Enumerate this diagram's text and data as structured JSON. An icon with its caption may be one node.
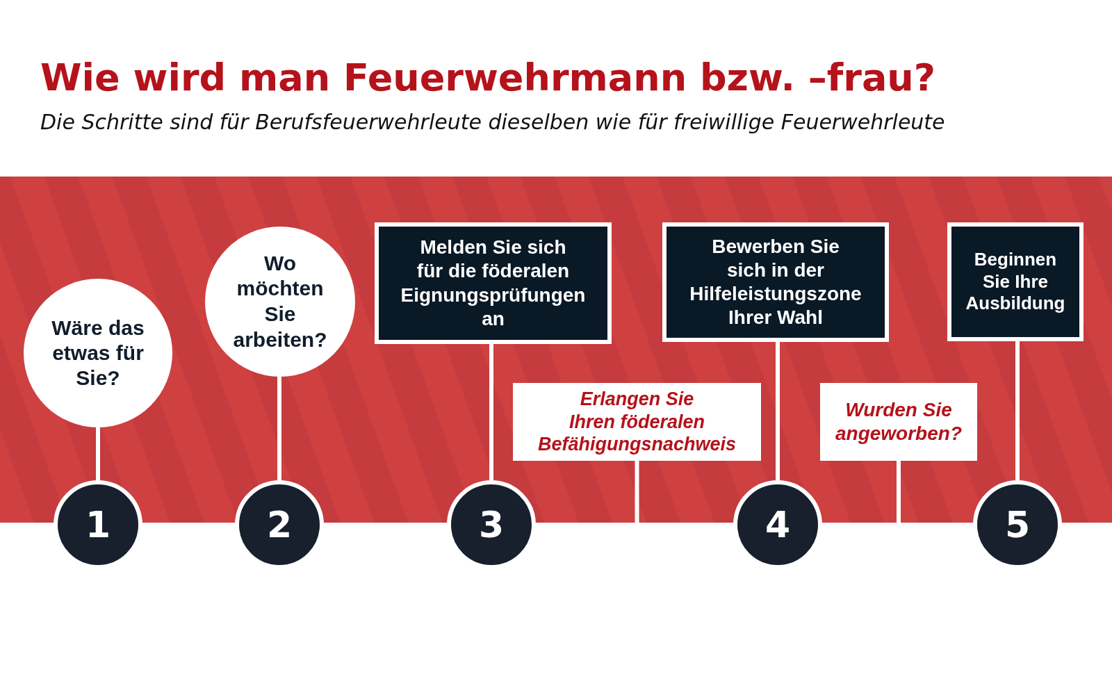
{
  "diagram": {
    "title": "Wie wird man Feuerwehrmann bzw. –frau?",
    "nodes": [
      {
        "text": [
          "Wäre das etwas für Sie?"
        ]
      },
      {
        "text": [
          "1"
        ]
      },
      {
        "text": [
          "Wo möchten Sie arbeiten?"
        ]
      },
      {
        "text": [
          "2"
        ]
      },
      {
        "text": [
          "Melden Sie sich für die föderalen Eignungsprüfungen an"
        ]
      },
      {
        "text": [
          "3"
        ]
      },
      {
        "text": [
          "Erlangen Sie Ihren föderalen Befähigungsnachweis"
        ]
      },
      {
        "text": [
          "Bewerben Sie sich in der Hilfeleistungszone Ihrer Wahl"
        ]
      },
      {
        "text": [
          "4"
        ]
      },
      {
        "text": [
          "Wurden Sie angeworben?"
        ]
      },
      {
        "text": [
          "Beginnen Sie Ihre Ausbildung"
        ]
      },
      {
        "text": [
          "5"
        ]
      }
    ],
    "edges": [
      {
        "from": 0,
        "to": 1,
        "arrow": "none"
      },
      {
        "from": 2,
        "to": 3,
        "arrow": "none"
      },
      {
        "from": 4,
        "to": 5,
        "arrow": "none"
      },
      {
        "from": 6,
        "to": null,
        "arrow": "none"
      },
      {
        "from": 7,
        "to": 8,
        "arrow": "none"
      },
      {
        "from": 9,
        "to": null,
        "arrow": "none"
      },
      {
        "from": 10,
        "to": 11,
        "arrow": "none"
      }
    ],
    "labels": [
      "Die Schritte sind für Berufsfeuerwehrleute dieselben wie für freiwillige Feuerwehrleute"
    ]
  }
}
